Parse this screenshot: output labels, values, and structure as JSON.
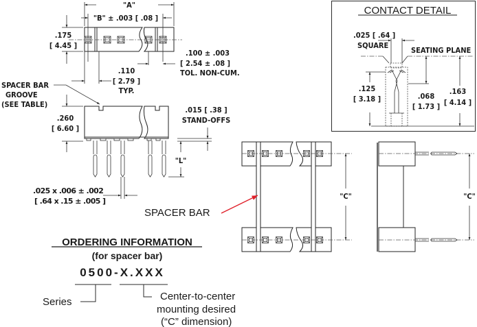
{
  "top_view": {
    "dim_a": "\"A\"",
    "dim_b": "\"B\" ± .003 [ .08 ]",
    "height_in": ".175",
    "height_mm": "[ 4.45 ]",
    "pitch_in": ".100 ± .003",
    "pitch_mm": "[ 2.54 ± .08 ]",
    "pitch_note": "TOL. NON-CUM.",
    "offset_in": ".110",
    "offset_mm": "[ 2.79 ]",
    "offset_note": "TYP."
  },
  "side_view": {
    "groove_label_1": "SPACER BAR",
    "groove_label_2": "GROOVE",
    "groove_label_3": "(SEE TABLE)",
    "height_in": ".260",
    "height_mm": "[ 6.60 ]",
    "standoff_in": ".015 [ .38 ]",
    "standoff_label": "STAND-OFFS",
    "dim_l": "\"L\"",
    "pin_in": ".025 x .006 ± .002",
    "pin_mm": "[ .64 x .15 ± .005 ]"
  },
  "contact_detail": {
    "title": "CONTACT DETAIL",
    "square_in": ".025 [ .64 ]",
    "square_label": "SQUARE",
    "seating_plane": "SEATING PLANE",
    "depth_in": ".125",
    "depth_mm": "[ 3.18 ]",
    "contact_in": ".068",
    "contact_mm": "[ 1.73 ]",
    "total_in": ".163",
    "total_mm": "[ 4.14 ]"
  },
  "assembly": {
    "spacer_bar_label": "SPACER BAR",
    "dim_c_front": "\"C\"",
    "dim_c_side": "\"C\""
  },
  "ordering": {
    "title": "ORDERING INFORMATION",
    "subtitle": "(for spacer bar)",
    "part_number": "0500-X.XXX",
    "series_label": "Series",
    "mount_line_1": "Center-to-center",
    "mount_line_2": "mounting desired",
    "mount_line_3": "(“C” dimension)"
  },
  "colors": {
    "leader_red": "#e0202a",
    "line": "#222222"
  }
}
